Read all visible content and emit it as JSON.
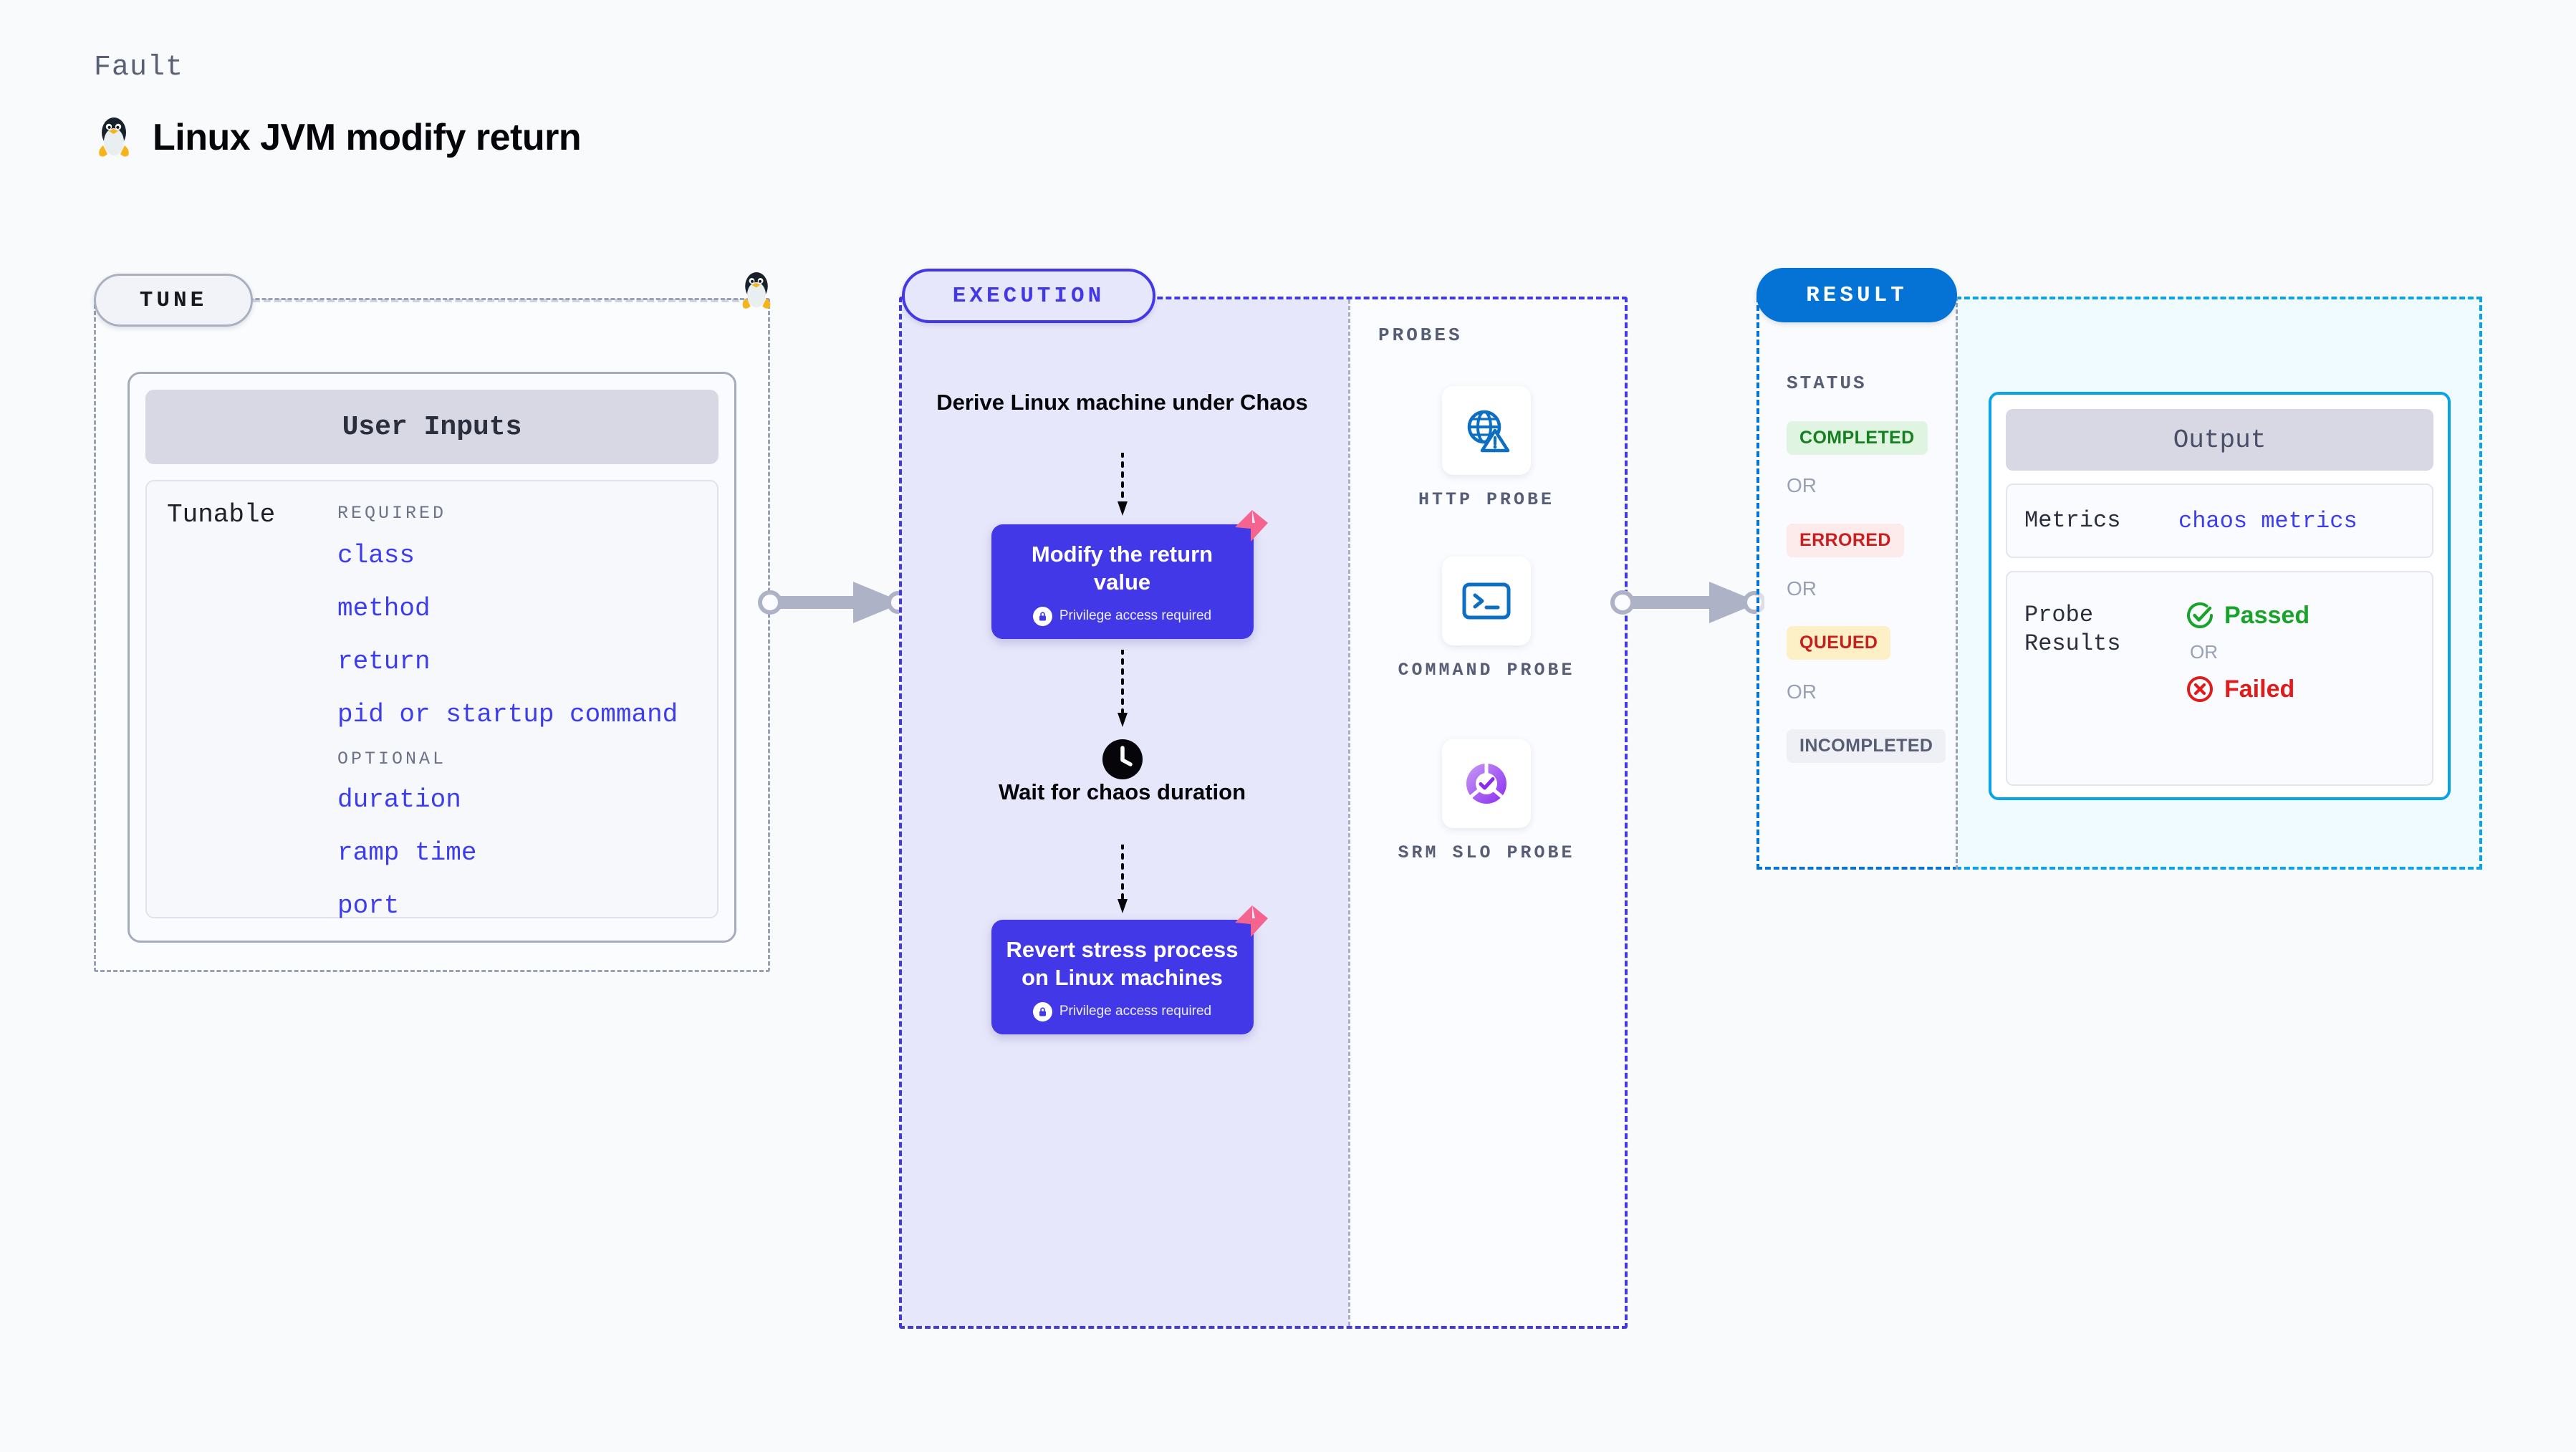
{
  "header": {
    "eyebrow": "Fault",
    "title": "Linux JVM modify return",
    "icon": "linux-tux-icon"
  },
  "sections": {
    "tune_badge": "TUNE",
    "execution_badge": "EXECUTION",
    "result_badge": "RESULT"
  },
  "tune": {
    "card_title": "User Inputs",
    "tunable_label": "Tunable",
    "required_head": "REQUIRED",
    "required_params": [
      "class",
      "method",
      "return",
      "pid or startup command"
    ],
    "optional_head": "OPTIONAL",
    "optional_params": [
      "duration",
      "ramp time",
      "port"
    ]
  },
  "execution": {
    "derive_step": "Derive Linux machine under Chaos",
    "modify_step": "Modify the return value",
    "wait_step": "Wait for chaos duration",
    "revert_step": "Revert stress process on Linux machines",
    "privilege_note": "Privilege access required",
    "clock_icon": "clock-icon",
    "corner_icon": "harness-logo-icon",
    "lock_icon": "lock-icon"
  },
  "probes": {
    "label": "PROBES",
    "items": [
      {
        "name": "HTTP  PROBE",
        "icon": "globe-warning-icon"
      },
      {
        "name": "COMMAND PROBE",
        "icon": "terminal-icon"
      },
      {
        "name": "SRM  SLO PROBE",
        "icon": "slo-donut-check-icon"
      }
    ]
  },
  "result": {
    "status_label": "STATUS",
    "or_label": "OR",
    "statuses": [
      {
        "label": "COMPLETED",
        "color": "#15801f",
        "bg": "#dff5e1"
      },
      {
        "label": "ERRORED",
        "color": "#c81e1e",
        "bg": "#fdeaea"
      },
      {
        "label": "QUEUED",
        "color": "#c81e1e",
        "bg": "#fdf0c6"
      },
      {
        "label": "INCOMPLETED",
        "color": "#565d74",
        "bg": "#eef0f6"
      }
    ],
    "output": {
      "title": "Output",
      "metrics_key": "Metrics",
      "metrics_value": "chaos metrics",
      "probe_results_key": "Probe Results",
      "passed_label": "Passed",
      "failed_label": "Failed",
      "or_label": "OR",
      "passed_icon": "check-circle-icon",
      "failed_icon": "x-circle-icon"
    }
  },
  "colors": {
    "indigo": "#4338e8",
    "blue": "#0573d6",
    "cyan": "#0aa2e8",
    "pink": "#f5648f",
    "link": "#3d3df0",
    "gray_border": "#9aa1b4"
  }
}
